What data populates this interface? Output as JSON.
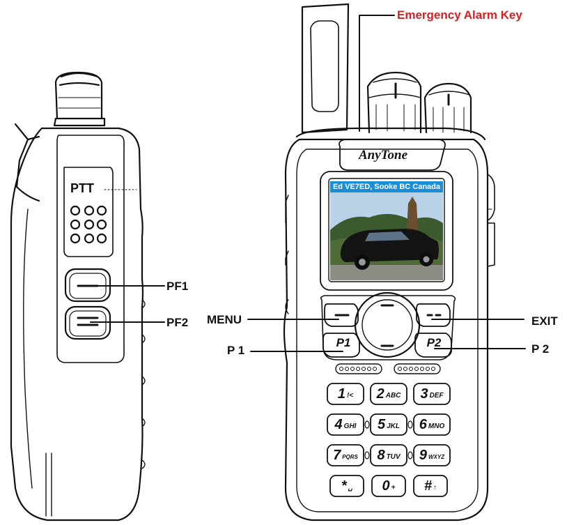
{
  "labels": {
    "emergency": "Emergency Alarm Key",
    "pf1": "PF1",
    "pf2": "PF2",
    "menu": "MENU",
    "exit": "EXIT",
    "p1": "P 1",
    "p2": "P 2"
  },
  "side_radio": {
    "ptt": "PTT"
  },
  "front_radio": {
    "brand": "AnyTone",
    "screen_caption": "Ed VE7ED, Sooke BC Canada",
    "softkeys": {
      "p1": "P1",
      "p2": "P2"
    },
    "keypad": [
      {
        "main": "1",
        "sub": "!<"
      },
      {
        "main": "2",
        "sub": "ABC"
      },
      {
        "main": "3",
        "sub": "DEF"
      },
      {
        "main": "4",
        "sub": "GHI"
      },
      {
        "main": "5",
        "sub": "JKL"
      },
      {
        "main": "6",
        "sub": "MNO"
      },
      {
        "main": "7",
        "sub": "PQRS"
      },
      {
        "main": "8",
        "sub": "TUV"
      },
      {
        "main": "9",
        "sub": "WXYZ"
      },
      {
        "main": "*",
        "sub": "␣"
      },
      {
        "main": "0",
        "sub": "+"
      },
      {
        "main": "#",
        "sub": "↑"
      }
    ]
  },
  "colors": {
    "label_red": "#d42020",
    "screen_blue": "#1a8fd6"
  }
}
